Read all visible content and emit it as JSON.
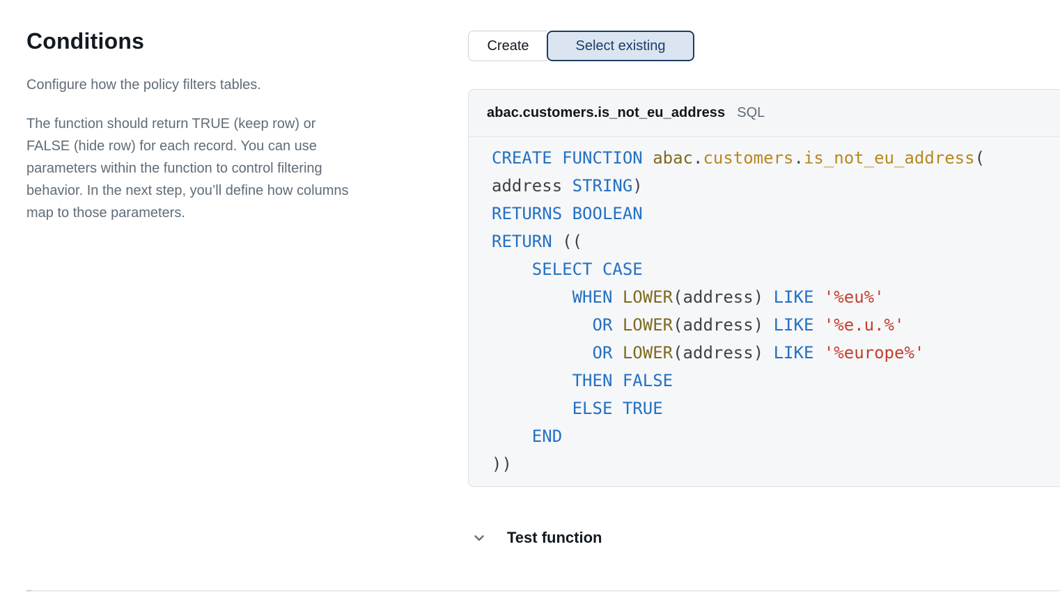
{
  "left": {
    "title": "Conditions",
    "subtitle": "Configure how the policy filters tables.",
    "description_lines": [
      "The function should return TRUE (keep row) or",
      "FALSE (hide row) for each record. You can use",
      "parameters within the function to control filtering",
      "behavior. In the next step, you’ll define how columns",
      "map to those parameters."
    ]
  },
  "toggle": {
    "options": [
      {
        "label": "Create",
        "active": false
      },
      {
        "label": "Select existing",
        "active": true
      }
    ]
  },
  "code_panel": {
    "function_name": "abac.customers.is_not_eu_address",
    "language_label": "SQL",
    "lines": [
      [
        {
          "t": "CREATE FUNCTION ",
          "c": "kw"
        },
        {
          "t": "abac",
          "c": "fn"
        },
        {
          "t": ".",
          "c": "pl"
        },
        {
          "t": "customers",
          "c": "id"
        },
        {
          "t": ".",
          "c": "pl"
        },
        {
          "t": "is_not_eu_address",
          "c": "id"
        },
        {
          "t": "(",
          "c": "pl"
        }
      ],
      [
        {
          "t": "address ",
          "c": "pl"
        },
        {
          "t": "STRING",
          "c": "kw"
        },
        {
          "t": ")",
          "c": "pl"
        }
      ],
      [
        {
          "t": "RETURNS BOOLEAN",
          "c": "kw"
        }
      ],
      [
        {
          "t": "RETURN",
          "c": "kw"
        },
        {
          "t": " ((",
          "c": "pl"
        }
      ],
      [
        {
          "t": "    ",
          "c": "pl"
        },
        {
          "t": "SELECT CASE",
          "c": "kw"
        }
      ],
      [
        {
          "t": "        ",
          "c": "pl"
        },
        {
          "t": "WHEN ",
          "c": "kw"
        },
        {
          "t": "LOWER",
          "c": "fn"
        },
        {
          "t": "(address) ",
          "c": "pl"
        },
        {
          "t": "LIKE ",
          "c": "kw"
        },
        {
          "t": "'%eu%'",
          "c": "str"
        }
      ],
      [
        {
          "t": "          ",
          "c": "pl"
        },
        {
          "t": "OR ",
          "c": "kw"
        },
        {
          "t": "LOWER",
          "c": "fn"
        },
        {
          "t": "(address) ",
          "c": "pl"
        },
        {
          "t": "LIKE ",
          "c": "kw"
        },
        {
          "t": "'%e.u.%'",
          "c": "str"
        }
      ],
      [
        {
          "t": "          ",
          "c": "pl"
        },
        {
          "t": "OR ",
          "c": "kw"
        },
        {
          "t": "LOWER",
          "c": "fn"
        },
        {
          "t": "(address) ",
          "c": "pl"
        },
        {
          "t": "LIKE ",
          "c": "kw"
        },
        {
          "t": "'%europe%'",
          "c": "str"
        }
      ],
      [
        {
          "t": "        ",
          "c": "pl"
        },
        {
          "t": "THEN FALSE",
          "c": "kw"
        }
      ],
      [
        {
          "t": "        ",
          "c": "pl"
        },
        {
          "t": "ELSE TRUE",
          "c": "kw"
        }
      ],
      [
        {
          "t": "    ",
          "c": "pl"
        },
        {
          "t": "END",
          "c": "kw"
        }
      ],
      [
        {
          "t": "))",
          "c": "pl"
        }
      ]
    ]
  },
  "test_section": {
    "label": "Test function"
  },
  "colors": {
    "accent_navy": "#1c3d63",
    "toggle_active_bg": "#dbe5f2",
    "keyword": "#2470c2",
    "function": "#7d6b20",
    "identifier": "#b5891f",
    "string": "#c4402e",
    "plain": "#3e434a",
    "panel_border": "#dde1e6",
    "header_bg": "#f4f6f8",
    "body_bg": "#f6f7f9",
    "text_gray": "#5f6c78",
    "text_dark": "#131a21",
    "divider": "#e7eaee"
  }
}
